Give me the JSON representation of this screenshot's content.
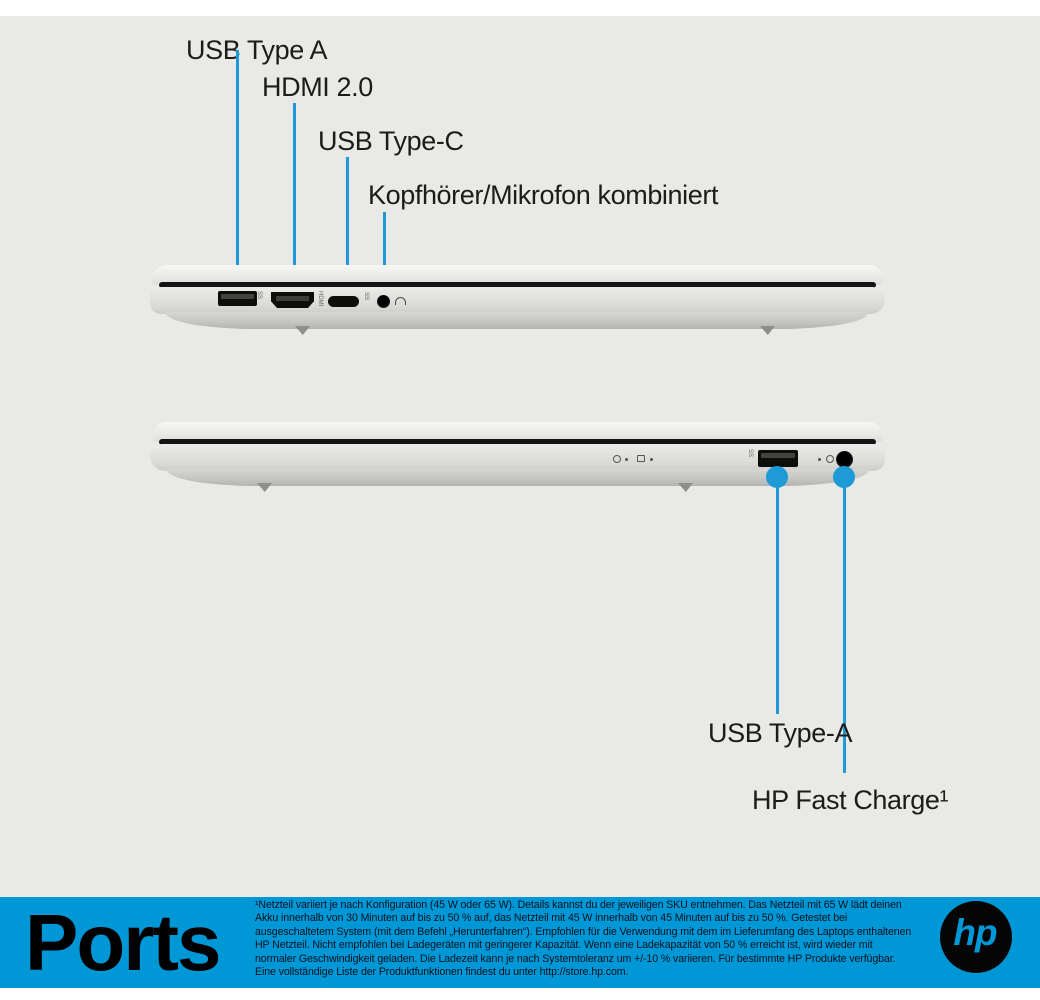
{
  "colors": {
    "background_gray": "#e9e9e7",
    "accent_blue": "#1e9bd7",
    "banner_blue": "#0097d7"
  },
  "callouts": {
    "top": [
      {
        "label": "USB Type A"
      },
      {
        "label": "HDMI 2.0"
      },
      {
        "label": "USB Type-C"
      },
      {
        "label": "Kopfhörer/Mikrofon kombiniert"
      }
    ],
    "bottom": [
      {
        "label": "USB Type-A"
      },
      {
        "label": "HP Fast Charge¹"
      }
    ]
  },
  "port_markings": {
    "superspeed_usb": "SS",
    "hdmi": "HDMI"
  },
  "banner": {
    "title": "Ports",
    "footnote": "¹Netzteil variiert je nach Konfiguration (45 W oder 65 W). Details kannst du der jeweiligen SKU entnehmen. Das Netzteil mit 65 W lädt deinen Akku innerhalb von 30 Minuten auf bis zu 50 % auf, das Netzteil mit 45 W innerhalb von 45 Minuten auf bis zu 50 %. Getestet bei ausgeschaltetem System (mit dem Befehl „Herunterfahren“). Empfohlen für die Verwendung mit dem im Lieferumfang des Laptops enthaltenen HP Netzteil. Nicht empfohlen bei Ladegeräten mit geringerer Kapazität. Wenn eine Ladekapazität von 50 % erreicht ist, wird wieder mit normaler Geschwindigkeit geladen. Die Ladezeit kann je nach Systemtoleranz um +/-10 % variieren. Für bestimmte HP Produkte verfügbar. Eine vollständige Liste der Produktfunktionen findest du unter http://store.hp.com.",
    "logo_text": "hp"
  }
}
